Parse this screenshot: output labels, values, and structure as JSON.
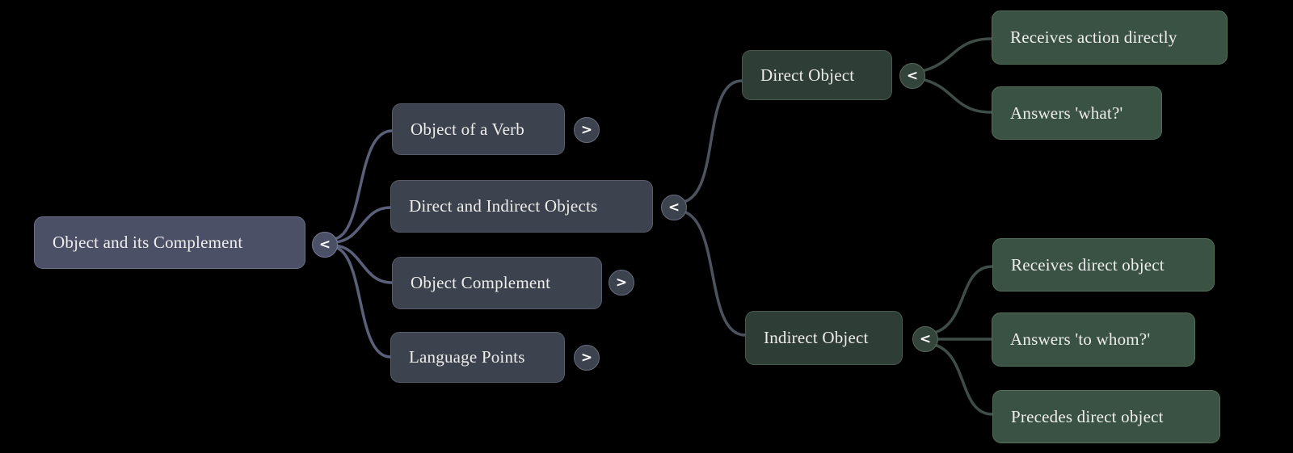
{
  "colors": {
    "background": "#000000",
    "root_fill": "#4C5066",
    "branch_fill": "#3C424E",
    "topic_fill": "#2E3D35",
    "leaf_fill": "#3A5243",
    "text": "#EDEDEB",
    "root_edge": "#5A5F7A",
    "branch_edge": "#4C535F",
    "leaf_edge": "#3E4D45"
  },
  "mindmap": {
    "root": {
      "label": "Object and its Complement",
      "expander": "<",
      "children": [
        {
          "label": "Object of a Verb",
          "expander": ">",
          "children": []
        },
        {
          "label": "Direct and Indirect Objects",
          "expander": "<",
          "children": [
            {
              "label": "Direct Object",
              "expander": "<",
              "children": [
                {
                  "label": "Receives action directly"
                },
                {
                  "label": "Answers 'what?'"
                }
              ]
            },
            {
              "label": "Indirect Object",
              "expander": "<",
              "children": [
                {
                  "label": "Receives direct object"
                },
                {
                  "label": "Answers 'to whom?'"
                },
                {
                  "label": "Precedes direct object"
                }
              ]
            }
          ]
        },
        {
          "label": "Object Complement",
          "expander": ">",
          "children": []
        },
        {
          "label": "Language Points",
          "expander": ">",
          "children": []
        }
      ]
    }
  }
}
